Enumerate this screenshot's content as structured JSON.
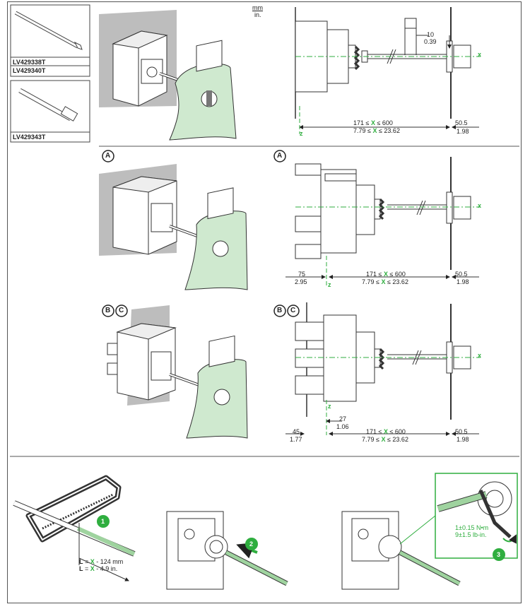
{
  "units": {
    "top": "mm",
    "bottom": "in."
  },
  "parts": [
    {
      "refs": [
        "LV429338T",
        "LV429340T"
      ]
    },
    {
      "refs": [
        "LV429343T"
      ]
    }
  ],
  "labels": {
    "a": "A",
    "b": "B",
    "c": "C",
    "axis_x": "x",
    "axis_z": "z",
    "symbol_x": "X"
  },
  "rows": [
    {
      "id": "basic",
      "offset": {
        "mm": "10",
        "in": "0.39"
      },
      "range": {
        "mm_pre": "171 ≤ ",
        "mm_post": " ≤ 600",
        "in_pre": "7.79 ≤ ",
        "in_post": " ≤ 23.62"
      },
      "right": {
        "mm": "50.5",
        "in": "1.98"
      }
    },
    {
      "id": "A",
      "left": {
        "mm": "75",
        "in": "2.95"
      },
      "range": {
        "mm_pre": "171 ≤ ",
        "mm_post": " ≤ 600",
        "in_pre": "7.79 ≤ ",
        "in_post": " ≤ 23.62"
      },
      "right": {
        "mm": "50.5",
        "in": "1.98"
      }
    },
    {
      "id": "BC",
      "left": {
        "mm": "45",
        "in": "1.77"
      },
      "mid": {
        "mm": "27",
        "in": "1.06"
      },
      "range": {
        "mm_pre": "171 ≤ ",
        "mm_post": " ≤ 600",
        "in_pre": "7.79 ≤ ",
        "in_post": " ≤ 23.62"
      },
      "right": {
        "mm": "50.5",
        "in": "1.98"
      }
    }
  ],
  "steps": [
    {
      "num": "1",
      "formula_mm": {
        "pre": "L",
        "mid": " = ",
        "x": "X",
        "post": " - 124 mm"
      },
      "formula_in": {
        "pre": "L",
        "mid": " = ",
        "x": "X",
        "post": " - 4.9 in."
      }
    },
    {
      "num": "2"
    },
    {
      "num": "3",
      "torque_mm": "1±0.15 N•m",
      "torque_in": "9±1.5 lb-in."
    }
  ],
  "colors": {
    "accent": "#2fae3f",
    "panel": "#cfe9cf",
    "bg_grey": "#bdbdbd",
    "line": "#333333"
  }
}
